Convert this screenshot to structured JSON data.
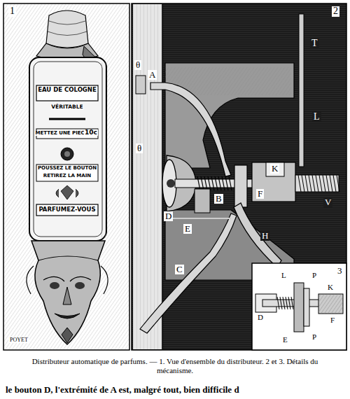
{
  "diagram": {
    "caption": "Distributeur automatique de parfums. — 1. Vue d'ensemble du distributeur. 2 et 3. Détails du mécanisme.",
    "labels": [
      "1",
      "EAU DE COLOGNE",
      "VÉRITABLE",
      "METTEZ UNE PIECE",
      "10c",
      "POUSSEZ LE BOUTON",
      "RETIREZ LA MAIN",
      "PARFUMEZ-VOUS",
      "POYET",
      "2",
      "T",
      "L",
      "A",
      "θ",
      "θ",
      "D",
      "B",
      "K",
      "F",
      "V",
      "E",
      "C",
      "H",
      "3",
      "L",
      "P",
      "K",
      "D",
      "F",
      "P",
      "E",
      "le bouton D, l'extrémité de A est, malgré tout, bien difficile d"
    ]
  }
}
